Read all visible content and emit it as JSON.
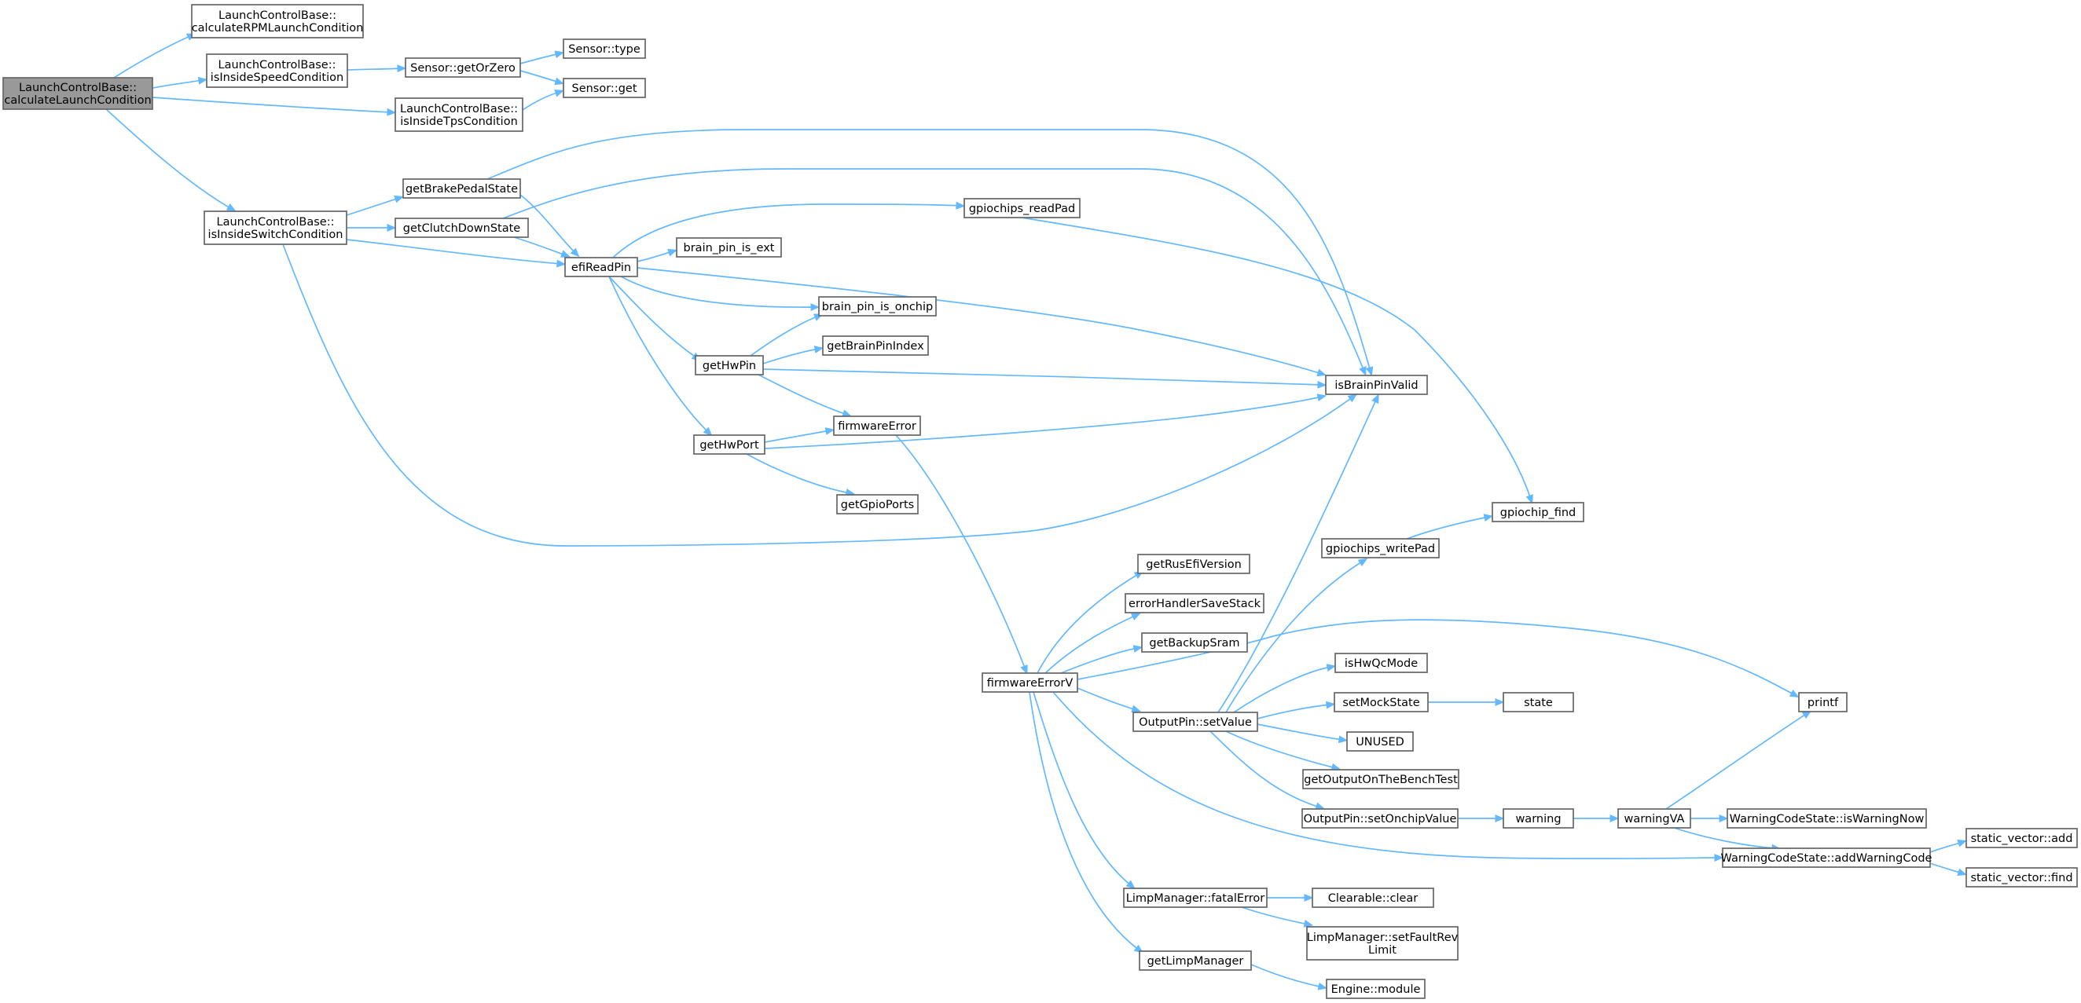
{
  "graph": {
    "colors": {
      "edge": "#63b8ff",
      "node_border": "#666666",
      "root_fill": "#999999",
      "node_fill": "#ffffff"
    },
    "nodes": {
      "n0": {
        "lines": [
          "LaunchControlBase::",
          "calculateLaunchCondition"
        ],
        "root": true
      },
      "n1": {
        "lines": [
          "LaunchControlBase::",
          "calculateRPMLaunchCondition"
        ]
      },
      "n2": {
        "lines": [
          "LaunchControlBase::",
          "isInsideSpeedCondition"
        ]
      },
      "n3": {
        "lines": [
          "LaunchControlBase::",
          "isInsideTpsCondition"
        ]
      },
      "n4": {
        "lines": [
          "LaunchControlBase::",
          "isInsideSwitchCondition"
        ]
      },
      "n5": {
        "lines": [
          "Sensor::getOrZero"
        ]
      },
      "n6": {
        "lines": [
          "Sensor::type"
        ]
      },
      "n7": {
        "lines": [
          "Sensor::get"
        ]
      },
      "n8": {
        "lines": [
          "getBrakePedalState"
        ]
      },
      "n9": {
        "lines": [
          "getClutchDownState"
        ]
      },
      "n10": {
        "lines": [
          "efiReadPin"
        ]
      },
      "n11": {
        "lines": [
          "isBrainPinValid"
        ]
      },
      "n12": {
        "lines": [
          "gpiochips_readPad"
        ]
      },
      "n13": {
        "lines": [
          "brain_pin_is_ext"
        ]
      },
      "n14": {
        "lines": [
          "brain_pin_is_onchip"
        ]
      },
      "n15": {
        "lines": [
          "getHwPin"
        ]
      },
      "n16": {
        "lines": [
          "getBrainPinIndex"
        ]
      },
      "n17": {
        "lines": [
          "firmwareError"
        ]
      },
      "n18": {
        "lines": [
          "getHwPort"
        ]
      },
      "n19": {
        "lines": [
          "getGpioPorts"
        ]
      },
      "n20": {
        "lines": [
          "gpiochip_find"
        ]
      },
      "n21": {
        "lines": [
          "gpiochips_writePad"
        ]
      },
      "n22": {
        "lines": [
          "getRusEfiVersion"
        ]
      },
      "n23": {
        "lines": [
          "errorHandlerSaveStack"
        ]
      },
      "n24": {
        "lines": [
          "getBackupSram"
        ]
      },
      "n25": {
        "lines": [
          "firmwareErrorV"
        ]
      },
      "n26": {
        "lines": [
          "isHwQcMode"
        ]
      },
      "n27": {
        "lines": [
          "OutputPin::setValue"
        ]
      },
      "n28": {
        "lines": [
          "setMockState"
        ]
      },
      "n29": {
        "lines": [
          "state"
        ]
      },
      "n30": {
        "lines": [
          "printf"
        ]
      },
      "n31": {
        "lines": [
          "UNUSED"
        ]
      },
      "n32": {
        "lines": [
          "getOutputOnTheBenchTest"
        ]
      },
      "n33": {
        "lines": [
          "OutputPin::setOnchipValue"
        ]
      },
      "n34": {
        "lines": [
          "warning"
        ]
      },
      "n35": {
        "lines": [
          "warningVA"
        ]
      },
      "n36": {
        "lines": [
          "WarningCodeState::isWarningNow"
        ]
      },
      "n37": {
        "lines": [
          "WarningCodeState::addWarningCode"
        ]
      },
      "n38": {
        "lines": [
          "static_vector::add"
        ]
      },
      "n39": {
        "lines": [
          "static_vector::find"
        ]
      },
      "n40": {
        "lines": [
          "LimpManager::fatalError"
        ]
      },
      "n41": {
        "lines": [
          "Clearable::clear"
        ]
      },
      "n42": {
        "lines": [
          "LimpManager::setFaultRev",
          "Limit"
        ]
      },
      "n43": {
        "lines": [
          "getLimpManager"
        ]
      },
      "n44": {
        "lines": [
          "Engine::module"
        ]
      }
    },
    "edges": [
      [
        "n0",
        "n1"
      ],
      [
        "n0",
        "n2"
      ],
      [
        "n0",
        "n3"
      ],
      [
        "n0",
        "n4"
      ],
      [
        "n2",
        "n5"
      ],
      [
        "n5",
        "n6"
      ],
      [
        "n5",
        "n7"
      ],
      [
        "n3",
        "n7"
      ],
      [
        "n4",
        "n8"
      ],
      [
        "n4",
        "n9"
      ],
      [
        "n4",
        "n10"
      ],
      [
        "n4",
        "n11"
      ],
      [
        "n8",
        "n10"
      ],
      [
        "n8",
        "n11"
      ],
      [
        "n9",
        "n10"
      ],
      [
        "n9",
        "n11"
      ],
      [
        "n10",
        "n12"
      ],
      [
        "n10",
        "n13"
      ],
      [
        "n10",
        "n14"
      ],
      [
        "n10",
        "n15"
      ],
      [
        "n10",
        "n18"
      ],
      [
        "n10",
        "n11"
      ],
      [
        "n12",
        "n20"
      ],
      [
        "n15",
        "n14"
      ],
      [
        "n15",
        "n16"
      ],
      [
        "n15",
        "n11"
      ],
      [
        "n15",
        "n17"
      ],
      [
        "n18",
        "n17"
      ],
      [
        "n18",
        "n11"
      ],
      [
        "n18",
        "n19"
      ],
      [
        "n17",
        "n25"
      ],
      [
        "n25",
        "n22"
      ],
      [
        "n25",
        "n23"
      ],
      [
        "n25",
        "n24"
      ],
      [
        "n25",
        "n27"
      ],
      [
        "n25",
        "n30"
      ],
      [
        "n25",
        "n37"
      ],
      [
        "n25",
        "n40"
      ],
      [
        "n25",
        "n43"
      ],
      [
        "n27",
        "n11"
      ],
      [
        "n27",
        "n21"
      ],
      [
        "n27",
        "n26"
      ],
      [
        "n27",
        "n28"
      ],
      [
        "n27",
        "n31"
      ],
      [
        "n27",
        "n32"
      ],
      [
        "n27",
        "n33"
      ],
      [
        "n21",
        "n20"
      ],
      [
        "n28",
        "n29"
      ],
      [
        "n33",
        "n34"
      ],
      [
        "n34",
        "n35"
      ],
      [
        "n35",
        "n30"
      ],
      [
        "n35",
        "n36"
      ],
      [
        "n35",
        "n37"
      ],
      [
        "n37",
        "n38"
      ],
      [
        "n37",
        "n39"
      ],
      [
        "n40",
        "n41"
      ],
      [
        "n40",
        "n42"
      ],
      [
        "n43",
        "n44"
      ]
    ]
  }
}
